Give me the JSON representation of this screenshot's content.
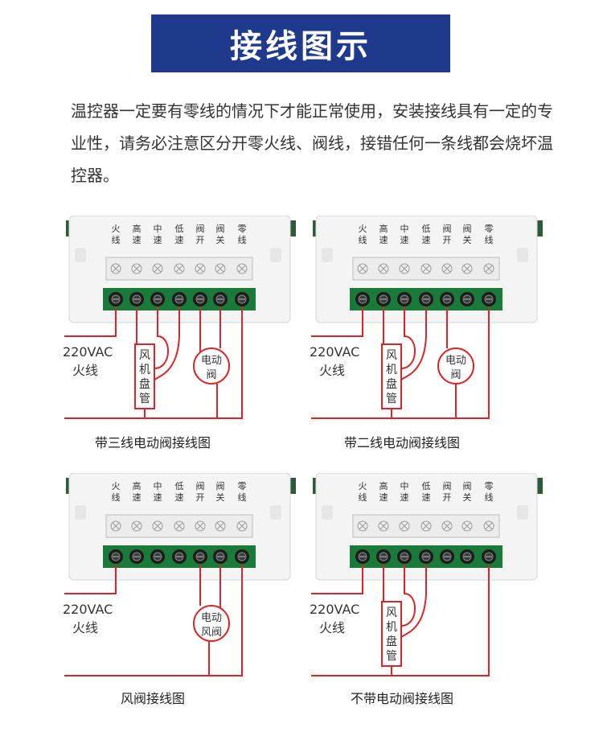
{
  "title": "接线图示",
  "intro": "温控器一定要有零线的情况下才能正常使用，安装接线具有一定的专业性，请务必注意区分开零火线、阀线，接错任何一条线都会烧坏温控器。",
  "terminal_labels": [
    [
      "火",
      "线"
    ],
    [
      "高",
      "速"
    ],
    [
      "中",
      "速"
    ],
    [
      "低",
      "速"
    ],
    [
      "阀",
      "开"
    ],
    [
      "阀",
      "关"
    ],
    [
      "零",
      "线"
    ]
  ],
  "supply_label": [
    "220VAC",
    "火线"
  ],
  "fan_coil_label": [
    "风",
    "机",
    "盘",
    "管"
  ],
  "valve_label": [
    "电动",
    "阀"
  ],
  "air_valve_label": [
    "电动",
    "风阀"
  ],
  "captions": [
    "带三线电动阀接线图",
    "带二线电动阀接线图",
    "风阀接线图",
    "不带电动阀接线图"
  ],
  "colors": {
    "banner": "#1f3a8c",
    "wire": "#d9252a",
    "terminal_block": "#1a7a3a"
  }
}
